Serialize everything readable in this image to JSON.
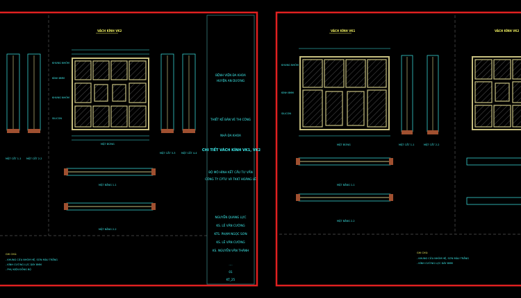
{
  "colors": {
    "background": "#000000",
    "sheet_border": "#e02020",
    "annotation": "#3ff0f0",
    "frame": "#c8c080",
    "title": "#f0f060"
  },
  "left_sheet": {
    "drawing_title": "VÁCH KÍNH VK2",
    "section_labels": [
      "MẶT CẮT 1-1",
      "MẶT CẮT 2-2",
      "MẶT CẮT 3-3",
      "MẶT CẮT 4-4",
      "MẶT ĐỨNG",
      "MẶT BẰNG 1-1",
      "MẶT BẰNG 2-2"
    ],
    "notes_title": "GHI CHÚ:",
    "notes": [
      "- KHUNG CỬA NHÔM HỆ, SƠN MÀU TRẮNG",
      "- KÍNH CƯỜNG LỰC DÀY 8MM",
      "- PHỤ KIỆN ĐỒNG BỘ"
    ]
  },
  "title_block": {
    "client": "BỆNH VIỆN ĐA KHOA",
    "client_sub": "HUYỆN AN DƯƠNG",
    "phase": "THIẾT KẾ BẢN VẼ THI CÔNG",
    "building": "NHÀ ĐA KHOA",
    "sheet_title": "CHI TIẾT VÁCH KÍNH VK1, VK2",
    "company_line1": "BỘ MÔ HÌNH KẾT CẤU TƯ VẤN",
    "company_line2": "CÔNG TY CPTƯ VÀ TKKT HOÀNG LÊ",
    "people": [
      "NGUYỄN QUANG LỰC",
      "KS. LÊ VĂN CƯỜNG",
      "KTS. PHẠM NGỌC SƠN",
      "KS. LÊ VĂN CƯỜNG",
      "KS. NGUYỄN VĂN THÀNH"
    ],
    "scale": "....",
    "sheet_no": "01",
    "drawing_code": "KT_25"
  },
  "right_sheet": {
    "drawing_title": "VÁCH KÍNH VK1",
    "drawing_title_2": "VÁCH KÍNH VK2",
    "section_labels": [
      "MẶT CẮT 1-1",
      "MẶT CẮT 2-2",
      "MẶT ĐỨNG",
      "MẶT BẰNG 1-1",
      "MẶT BẰNG 2-2"
    ],
    "notes_title": "GHI CHÚ:",
    "notes": [
      "- KHUNG CỬA NHÔM HỆ, SƠN MÀU TRẮNG",
      "- KÍNH CƯỜNG LỰC DÀY 8MM"
    ]
  }
}
